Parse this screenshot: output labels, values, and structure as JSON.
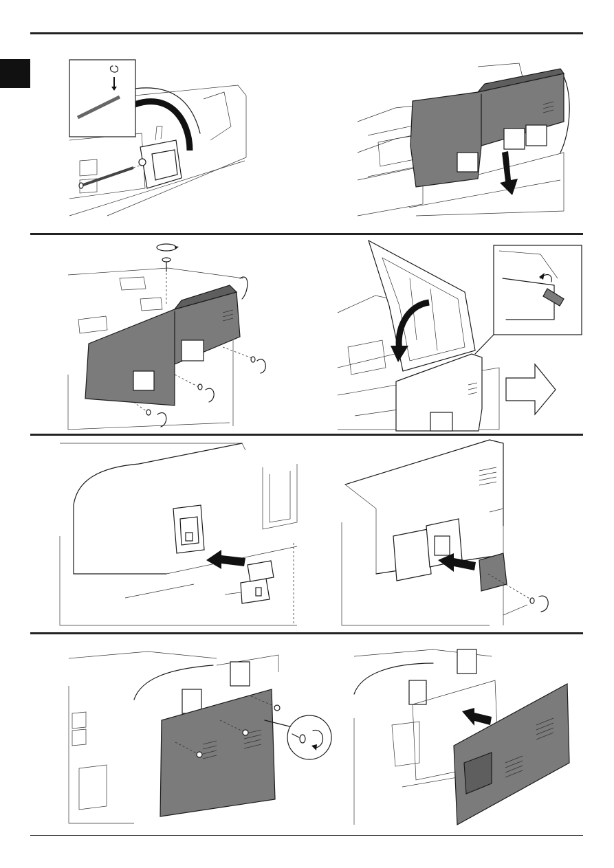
{
  "page": {
    "section_tab": "",
    "page_number": ""
  },
  "colors": {
    "ink": "#1a1a1a",
    "part_fill": "#7b7b7b",
    "part_dark": "#5e5e5e",
    "tab": "#111111"
  },
  "figures": [
    {
      "id": "fig-1",
      "icons": [
        "clip-icon",
        "pin-icon",
        "hinge-bracket-icon",
        "curved-arrow-icon"
      ]
    },
    {
      "id": "fig-2",
      "icons": [
        "cover-unit-icon",
        "down-arrow-icon"
      ]
    },
    {
      "id": "fig-3",
      "icons": [
        "screw-icon",
        "rotate-icon"
      ]
    },
    {
      "id": "fig-4",
      "icons": [
        "lid-open-icon",
        "curved-arrow-icon",
        "detail-inset-icon",
        "next-step-arrow-icon"
      ]
    },
    {
      "id": "fig-5",
      "icons": [
        "bracket-icon",
        "push-arrow-icon"
      ]
    },
    {
      "id": "fig-6",
      "icons": [
        "bracket-icon",
        "push-arrow-icon",
        "screw-icon",
        "rotate-icon"
      ]
    },
    {
      "id": "fig-7",
      "icons": [
        "rear-panel-icon",
        "screw-icon",
        "magnifier-icon",
        "rotate-icon"
      ]
    },
    {
      "id": "fig-8",
      "icons": [
        "rear-panel-icon",
        "remove-arrow-icon"
      ]
    }
  ]
}
